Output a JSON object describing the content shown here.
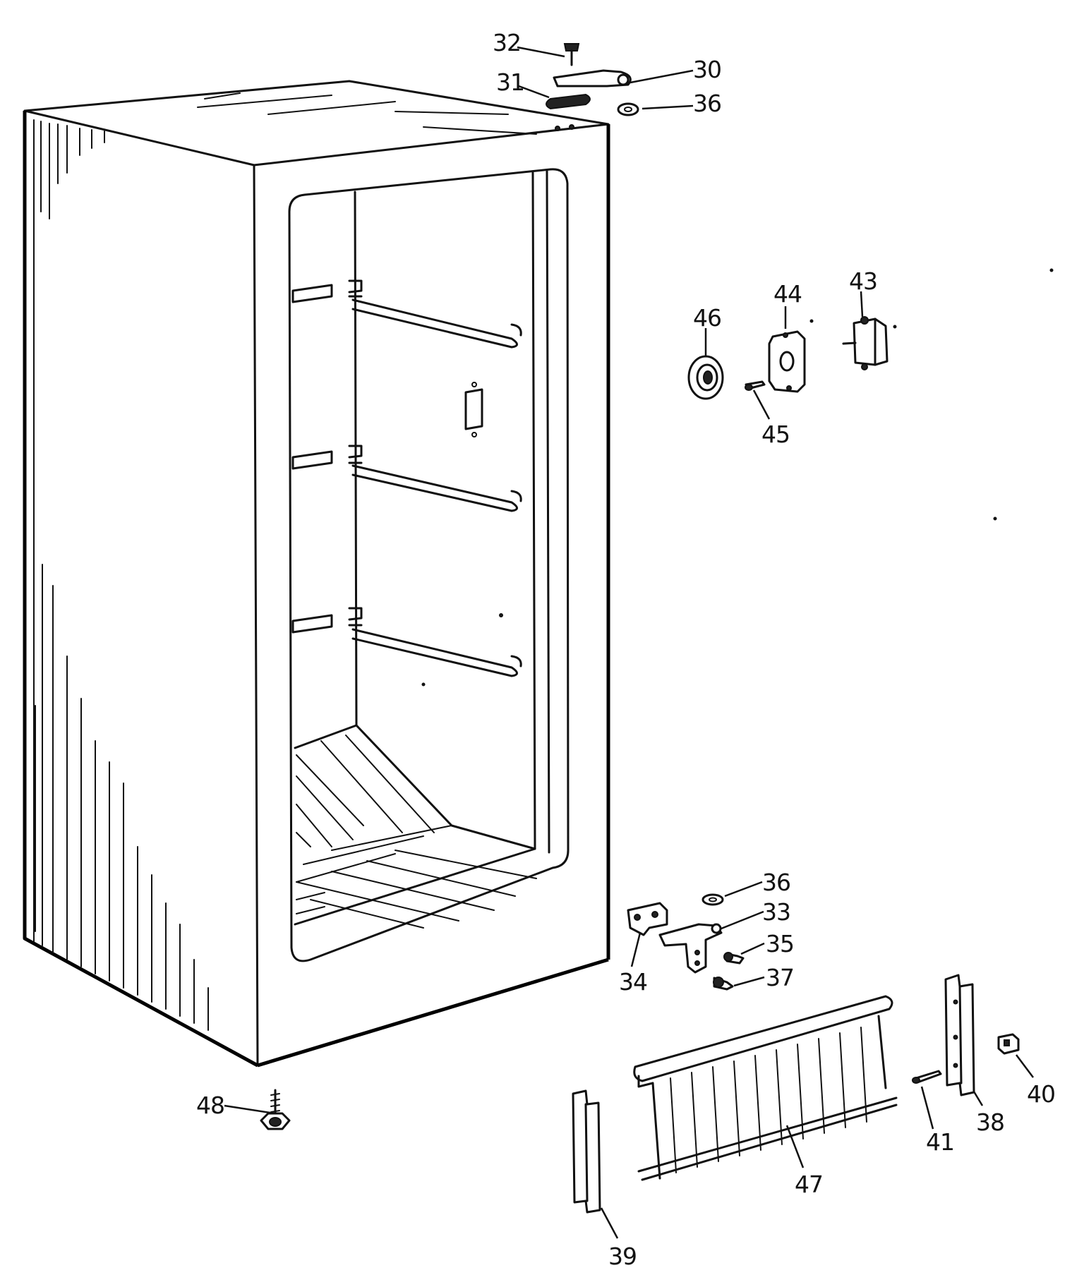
{
  "callouts": [
    {
      "key": "c32",
      "label": "32"
    },
    {
      "key": "c30",
      "label": "30"
    },
    {
      "key": "c31",
      "label": "31"
    },
    {
      "key": "c36a",
      "label": "36"
    },
    {
      "key": "c46",
      "label": "46"
    },
    {
      "key": "c44",
      "label": "44"
    },
    {
      "key": "c43",
      "label": "43"
    },
    {
      "key": "c45",
      "label": "45"
    },
    {
      "key": "c36b",
      "label": "36"
    },
    {
      "key": "c33",
      "label": "33"
    },
    {
      "key": "c35",
      "label": "35"
    },
    {
      "key": "c34",
      "label": "34"
    },
    {
      "key": "c37",
      "label": "37"
    },
    {
      "key": "c38",
      "label": "38"
    },
    {
      "key": "c40",
      "label": "40"
    },
    {
      "key": "c48",
      "label": "48"
    },
    {
      "key": "c41",
      "label": "41"
    },
    {
      "key": "c47",
      "label": "47"
    },
    {
      "key": "c39",
      "label": "39"
    }
  ]
}
